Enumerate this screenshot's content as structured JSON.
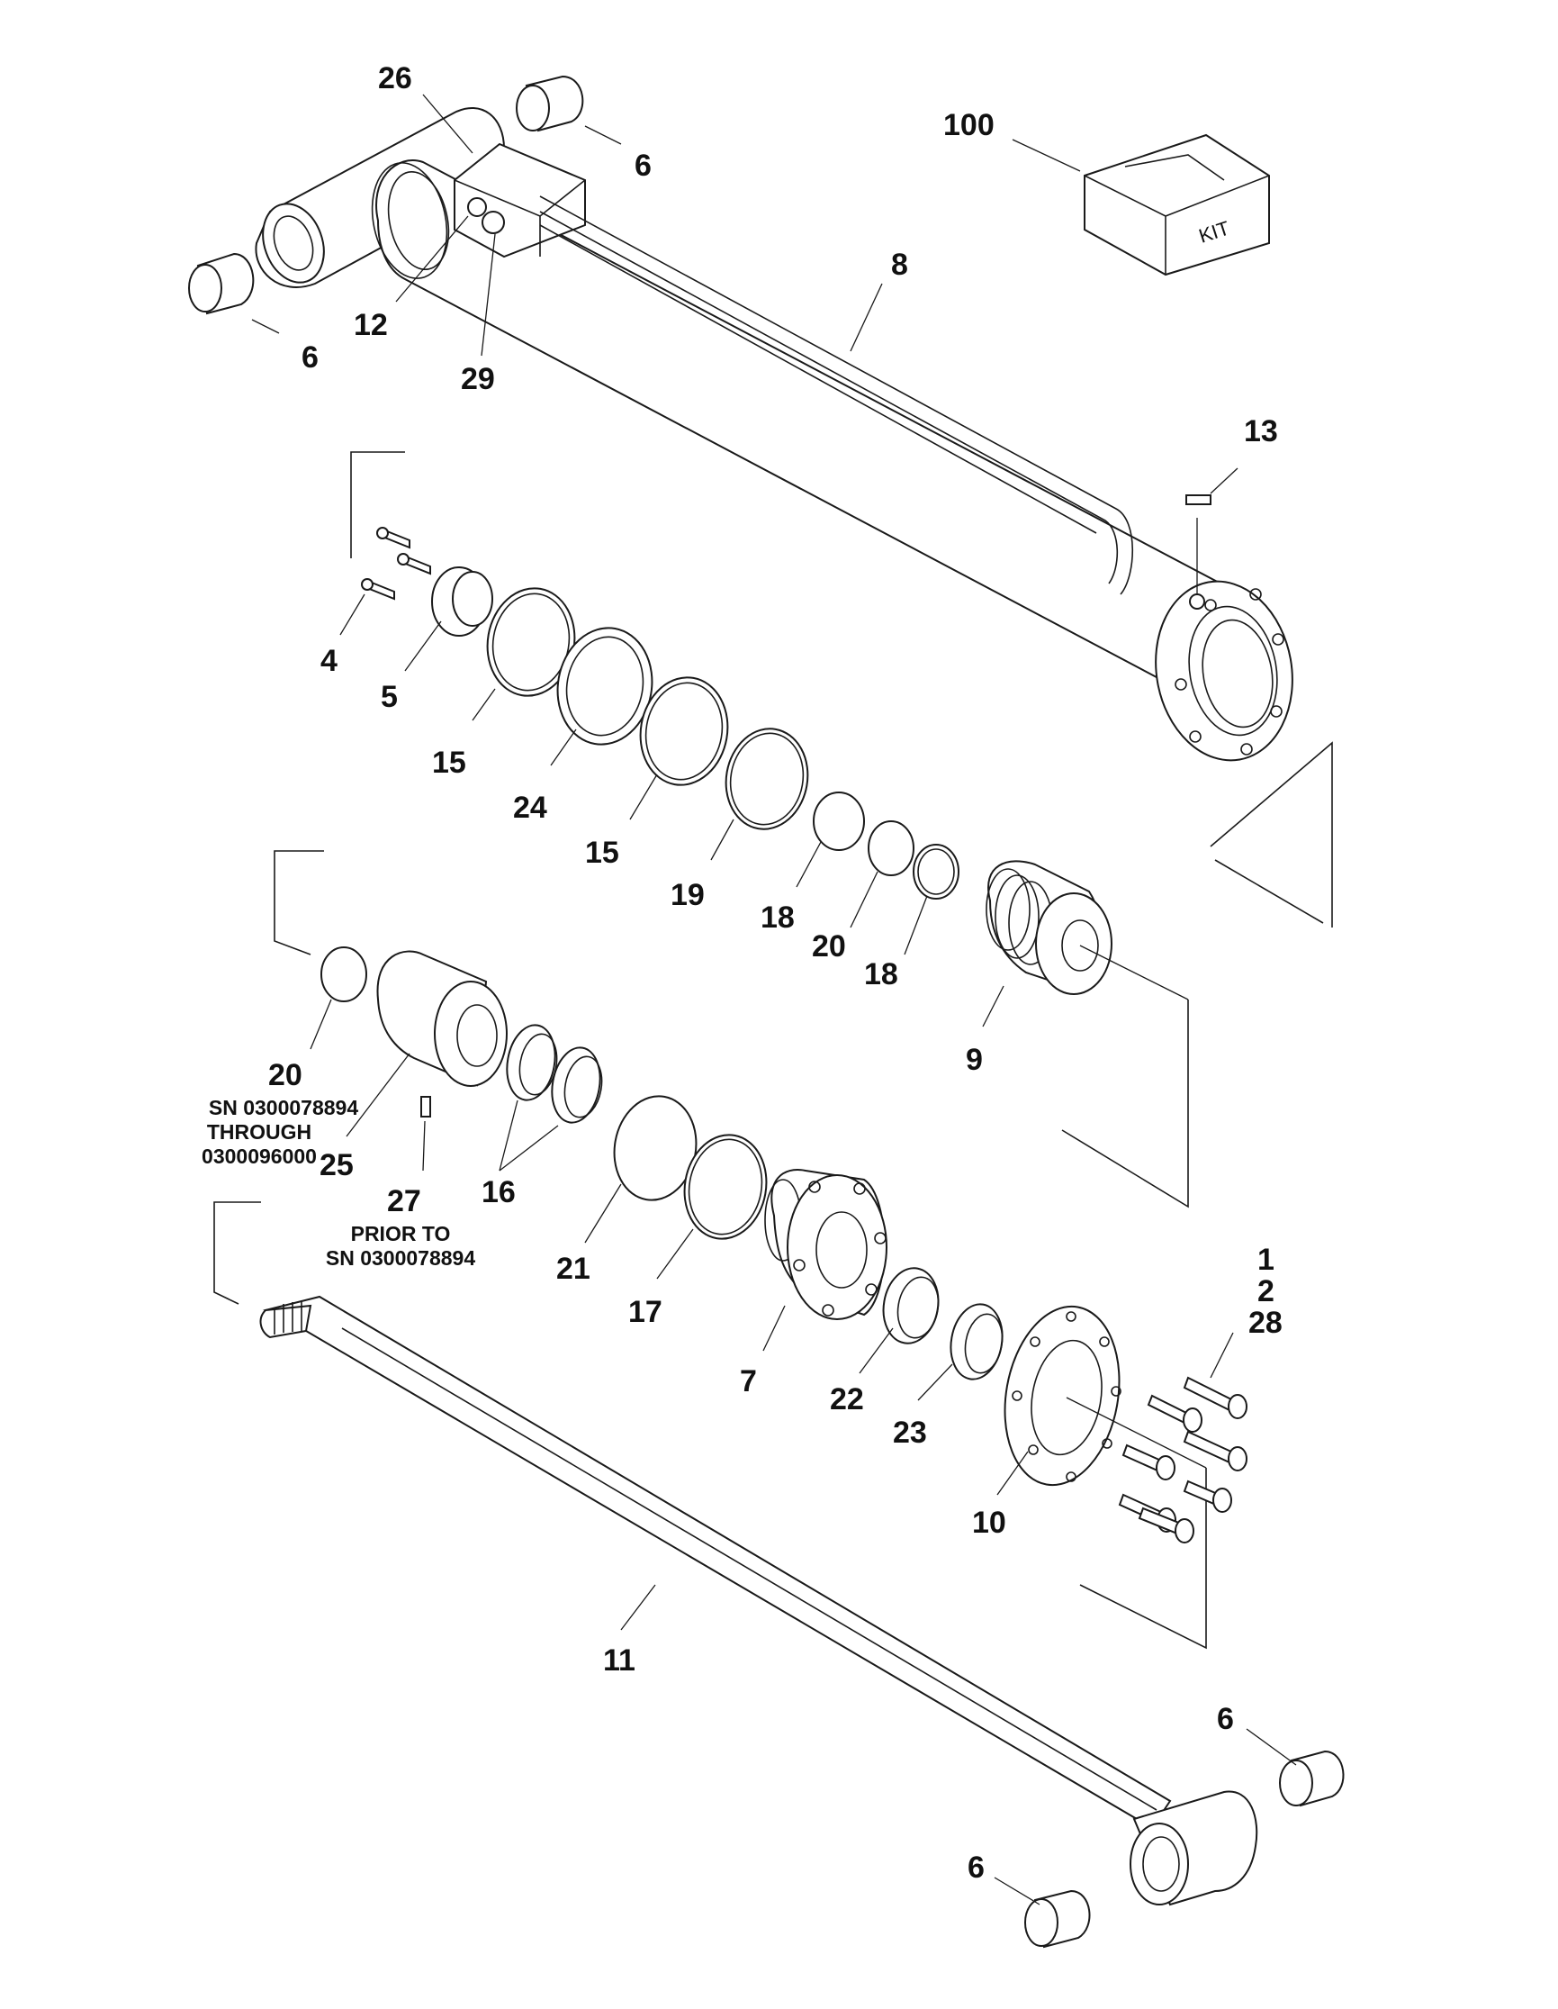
{
  "callouts": {
    "c26": "26",
    "c6_top": "6",
    "c100": "100",
    "c6_left": "6",
    "c12": "12",
    "c29": "29",
    "c8": "8",
    "c13": "13",
    "c4": "4",
    "c5": "5",
    "c15_a": "15",
    "c24": "24",
    "c15_b": "15",
    "c19": "19",
    "c18_a": "18",
    "c20_a": "20",
    "c18_b": "18",
    "c9": "9",
    "c20_b": "20",
    "c25": "25",
    "c27": "27",
    "c16": "16",
    "c21": "21",
    "c17": "17",
    "c7": "7",
    "c22": "22",
    "c23": "23",
    "c1": "1",
    "c2": "2",
    "c28": "28",
    "c10": "10",
    "c11": "11",
    "c6_br": "6",
    "c6_bl": "6"
  },
  "notes": {
    "n20_line1": "SN 0300078894",
    "n20_line2": "THROUGH",
    "n20_line3": "0300096000",
    "n27_line1": "PRIOR TO",
    "n27_line2": "SN 0300078894"
  },
  "kit_label": "KIT"
}
